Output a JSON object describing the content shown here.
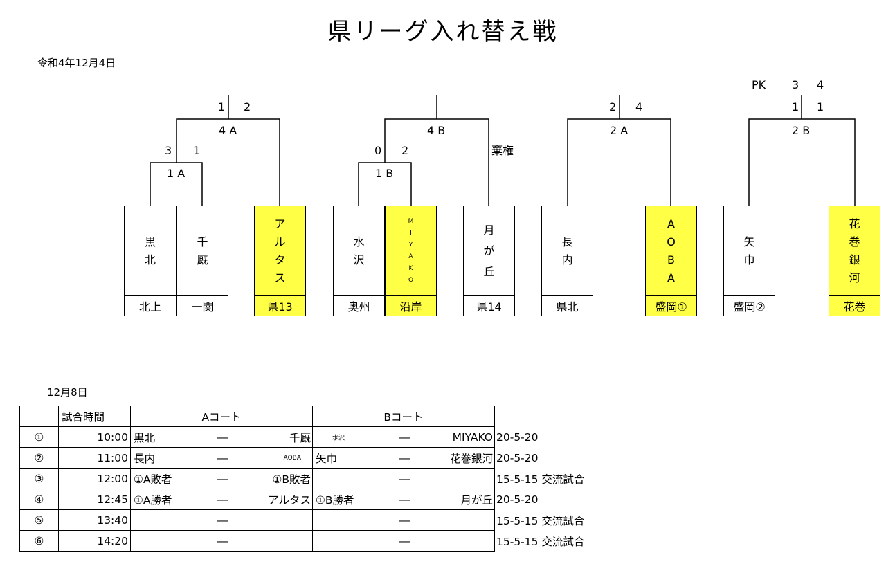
{
  "title": "県リーグ入れ替え戦",
  "date": "令和4年12月4日",
  "bracket": {
    "labels": {
      "a1_left": "3",
      "a1_right": "1",
      "a1_name": "1 A",
      "a4_left": "1",
      "a4_right": "2",
      "a4_name": "4 A",
      "b1_left": "0",
      "b1_right": "2",
      "b1_name": "1 B",
      "b4_name": "4 B",
      "forfeit": "棄権",
      "a2_left": "2",
      "a2_right": "4",
      "a2_name": "2 A",
      "pk": "PK",
      "pk_left": "3",
      "pk_right": "4",
      "b2_left": "1",
      "b2_right": "1",
      "b2_name": "2 B"
    },
    "teams": [
      {
        "name": [
          "黒",
          "北"
        ],
        "region": "北上",
        "highlight": false
      },
      {
        "name": [
          "千",
          "厩"
        ],
        "region": "一関",
        "highlight": false
      },
      {
        "name": [
          "ア",
          "ル",
          "タ",
          "ス"
        ],
        "region": "県13",
        "highlight": true
      },
      {
        "name": [
          "水",
          "沢"
        ],
        "region": "奥州",
        "highlight": false
      },
      {
        "name": [
          "M",
          "I",
          "Y",
          "A",
          "K",
          "O"
        ],
        "region": "沿岸",
        "highlight": true
      },
      {
        "name": [
          "月",
          "が",
          "丘"
        ],
        "region": "県14",
        "highlight": false
      },
      {
        "name": [
          "長",
          "内"
        ],
        "region": "県北",
        "highlight": false
      },
      {
        "name": [
          "A",
          "O",
          "B",
          "A"
        ],
        "region": "盛岡①",
        "highlight": true
      },
      {
        "name": [
          "矢",
          "巾"
        ],
        "region": "盛岡②",
        "highlight": false
      },
      {
        "name": [
          "花",
          "巻",
          "銀",
          "河"
        ],
        "region": "花巻",
        "highlight": true
      }
    ],
    "highlight_color": "#ffff46"
  },
  "schedule": {
    "day": "12月8日",
    "headers": {
      "time": "試合時間",
      "court_a": "Aコート",
      "court_b": "Bコート"
    },
    "rows": [
      {
        "no": "①",
        "time": "10:00",
        "a_home": "黒北",
        "a_dash": "―",
        "a_away": "千厩",
        "b_home": "水沢",
        "b_dash": "―",
        "b_away": "MIYAKO",
        "note": "20-5-20"
      },
      {
        "no": "②",
        "time": "11:00",
        "a_home": "長内",
        "a_dash": "―",
        "a_away": "AOBA",
        "b_home": "矢巾",
        "b_dash": "―",
        "b_away": "花巻銀河",
        "note": "20-5-20"
      },
      {
        "no": "③",
        "time": "12:00",
        "a_home": "①A敗者",
        "a_dash": "―",
        "a_away": "①B敗者",
        "b_home": "",
        "b_dash": "―",
        "b_away": "",
        "note": "15-5-15 交流試合"
      },
      {
        "no": "④",
        "time": "12:45",
        "a_home": "①A勝者",
        "a_dash": "―",
        "a_away": "アルタス",
        "b_home": "①B勝者",
        "b_dash": "―",
        "b_away": "月が丘",
        "note": "20-5-20"
      },
      {
        "no": "⑤",
        "time": "13:40",
        "a_home": "",
        "a_dash": "―",
        "a_away": "",
        "b_home": "",
        "b_dash": "―",
        "b_away": "",
        "note": "15-5-15 交流試合"
      },
      {
        "no": "⑥",
        "time": "14:20",
        "a_home": "",
        "a_dash": "―",
        "a_away": "",
        "b_home": "",
        "b_dash": "―",
        "b_away": "",
        "note": "15-5-15 交流試合"
      }
    ]
  }
}
